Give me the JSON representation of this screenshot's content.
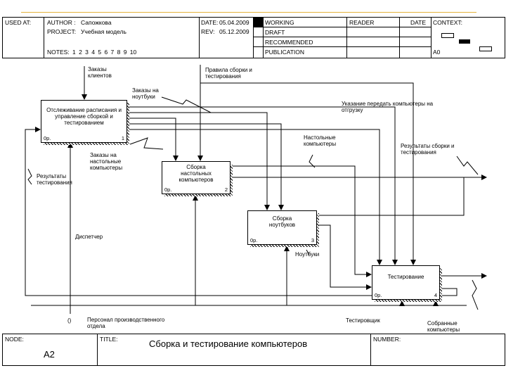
{
  "header": {
    "used_at": "USED AT:",
    "author_label": "AUTHOR :",
    "author": "Сапожкова",
    "project_label": "PROJECT:",
    "project": "Учебная модель",
    "notes": "NOTES: 1 2 3 4 5 6 7 8 9 10",
    "date_label": "DATE:",
    "date": "05.04.2009",
    "rev_label": "REV:",
    "rev": "05.12.2009",
    "status_working": "WORKING",
    "status_draft": "DRAFT",
    "status_recommended": "RECOMMENDED",
    "status_publication": "PUBLICATION",
    "reader": "READER",
    "date2": "DATE",
    "context": "CONTEXT:",
    "context_node": "A0"
  },
  "footer": {
    "node_label": "NODE:",
    "node": "A2",
    "title_label": "TITLE:",
    "title": "Сборка и тестирование компьютеров",
    "number_label": "NUMBER:"
  },
  "boxes": {
    "b1": {
      "label": "Отслеживание расписания и управление сборкой и тестированием",
      "cost": "0р.",
      "num": "1"
    },
    "b2": {
      "label": "Сборка настольных компьютеров",
      "cost": "0р.",
      "num": "2"
    },
    "b3": {
      "label": "Сборка ноутбуков",
      "cost": "0р.",
      "num": "3"
    },
    "b4": {
      "label": "Тестирование",
      "cost": "0р.",
      "num": "4"
    }
  },
  "arrows": {
    "orders_clients": "Заказы клиентов",
    "orders_notebooks": "Заказы на ноутбуки",
    "orders_desktops": "Заказы на настольные компьютеры",
    "test_results_left": "Результаты тестирования",
    "dispatcher": "Диспетчер",
    "production_staff": "Персонал производственного отдела",
    "rules": "Правила сборки и тестирования",
    "ship_instruction": "Указание передать компьютеры на отгрузку",
    "desktops": "Настольные компьютеры",
    "results_right": "Результаты сборки и тестирования",
    "notebooks": "Ноутбуки",
    "testers": "Тестировщик",
    "assembled": "Собранные компьютеры",
    "tunnel": "()"
  }
}
